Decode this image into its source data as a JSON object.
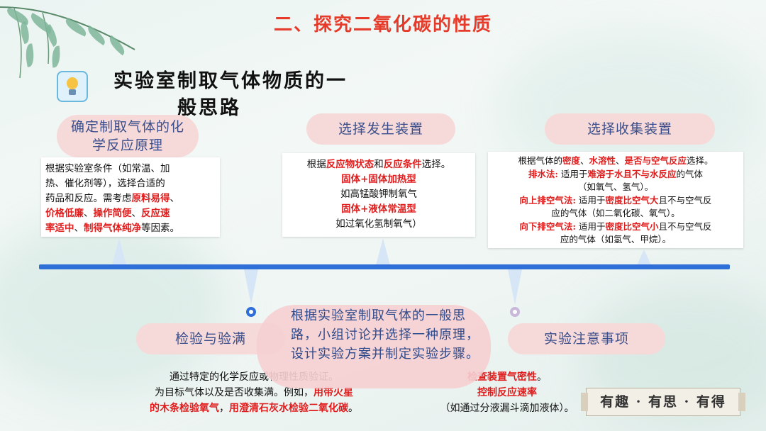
{
  "title": "二、探究二氧化碳的性质",
  "heading": {
    "line1": "实验室制取气体物质的一",
    "line2": "般思路"
  },
  "steps": {
    "principle": {
      "label_l1": "确定制取气体的化",
      "label_l2": "学反应原理",
      "lines": [
        [
          {
            "t": "根据实验室条件（如常温、加"
          }
        ],
        [
          {
            "t": "热、催化剂等），选择合适的"
          }
        ],
        [
          {
            "t": "药品和反应。需考虑"
          },
          {
            "t": "原料易得",
            "c": "red"
          },
          {
            "t": "、"
          }
        ],
        [
          {
            "t": "价格低廉",
            "c": "red"
          },
          {
            "t": "、"
          },
          {
            "t": "操作简便",
            "c": "red"
          },
          {
            "t": "、"
          },
          {
            "t": "反应速",
            "c": "red"
          }
        ],
        [
          {
            "t": "率适中",
            "c": "red"
          },
          {
            "t": "、"
          },
          {
            "t": "制得气体纯净",
            "c": "red"
          },
          {
            "t": "等因素。"
          }
        ]
      ]
    },
    "generator": {
      "label": "选择发生装置",
      "lines": [
        [
          {
            "t": "根据"
          },
          {
            "t": "反应物状态",
            "c": "red"
          },
          {
            "t": "和"
          },
          {
            "t": "反应条件",
            "c": "red"
          },
          {
            "t": "选择。"
          }
        ],
        [
          {
            "t": "固体+固体加热型",
            "c": "red"
          }
        ],
        [
          {
            "t": "如高锰酸钾制氧气"
          }
        ],
        [
          {
            "t": "固体+液体常温型",
            "c": "red"
          }
        ],
        [
          {
            "t": "如过氧化氢制氧气）"
          }
        ]
      ]
    },
    "collector": {
      "label": "选择收集装置",
      "lines": [
        [
          {
            "t": "根据气体的"
          },
          {
            "t": "密度",
            "c": "red"
          },
          {
            "t": "、"
          },
          {
            "t": "水溶性",
            "c": "red"
          },
          {
            "t": "、"
          },
          {
            "t": "是否与空气反应",
            "c": "red"
          },
          {
            "t": "选择。"
          }
        ],
        [
          {
            "t": "排水法:",
            "c": "red"
          },
          {
            "t": " 适用于"
          },
          {
            "t": "难溶于水且不与水反应",
            "c": "red"
          },
          {
            "t": "的气体"
          }
        ],
        [
          {
            "t": "（如氧气、氢气）。"
          }
        ],
        [
          {
            "t": "向上排空气法:",
            "c": "red"
          },
          {
            "t": " 适用于"
          },
          {
            "t": "密度比空气大",
            "c": "red"
          },
          {
            "t": "且不与空气反"
          }
        ],
        [
          {
            "t": "应的气体（如二氧化碳、氧气）。"
          }
        ],
        [
          {
            "t": "向下排空气法:",
            "c": "red"
          },
          {
            "t": " 适用于"
          },
          {
            "t": "密度比空气小",
            "c": "red"
          },
          {
            "t": "且不与空气反"
          }
        ],
        [
          {
            "t": "应的气体（如氢气、甲烷）。"
          }
        ]
      ]
    },
    "test": {
      "label": "检验与验满",
      "lines": [
        [
          {
            "t": "通过特定的化学反应或物理性质验证。"
          }
        ],
        [
          {
            "t": "为目标气体以及是否收集满。例如，"
          },
          {
            "t": "用带火星",
            "c": "red"
          }
        ],
        [
          {
            "t": "的木条检验氧气",
            "c": "red"
          },
          {
            "t": "，"
          },
          {
            "t": "用澄清石灰水检验二氧化碳",
            "c": "red"
          },
          {
            "t": "。"
          }
        ]
      ]
    },
    "notes": {
      "label": "实验注意事项",
      "lines": [
        [
          {
            "t": "检查装置气密性",
            "c": "red"
          },
          {
            "t": "。"
          }
        ],
        [
          {
            "t": "控制反应速率",
            "c": "red"
          }
        ],
        [
          {
            "t": "（如通过分液漏斗滴加液体）。"
          }
        ]
      ]
    }
  },
  "center_prompt": "根据实验室制取气体的一般思路，小组讨论并选择一种原理，设计实验方案并制定实验步骤。",
  "stamp": "有趣 · 有思 · 有得",
  "colors": {
    "title": "#e63b2a",
    "accent": "#e01d1d",
    "timeline": "#2f6fd8",
    "pill": "#f6d9d9"
  },
  "icons": [
    "lightbulb-icon"
  ]
}
